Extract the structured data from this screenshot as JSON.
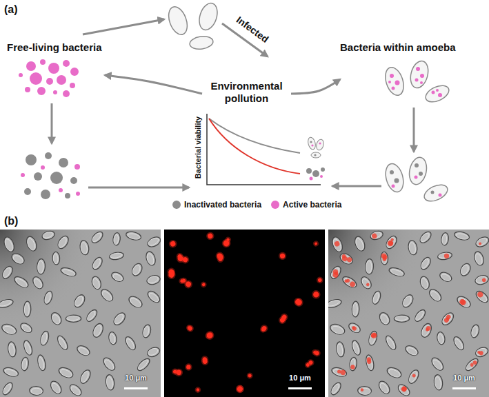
{
  "diagram": {
    "nodes": [
      {
        "text": [
          "Free-living bacteria"
        ]
      },
      {
        "text": [
          "Bacteria within amoeba"
        ]
      },
      {
        "text": [
          "Environmental pollution"
        ]
      }
    ],
    "edges": [
      {
        "from": 2,
        "to": 0,
        "arrow": "to"
      },
      {
        "from": 2,
        "to": 1,
        "arrow": "to"
      }
    ],
    "labels": [
      "(a)",
      "Infected",
      "Bacterial viability",
      "(b)",
      "10 μm",
      "10 μm",
      "10 μm"
    ],
    "legend": [
      {
        "text": "Inactivated bacteria",
        "color": "#8c8c8c"
      },
      {
        "text": "Active bacteria",
        "color": "#e86cc8"
      }
    ]
  }
}
